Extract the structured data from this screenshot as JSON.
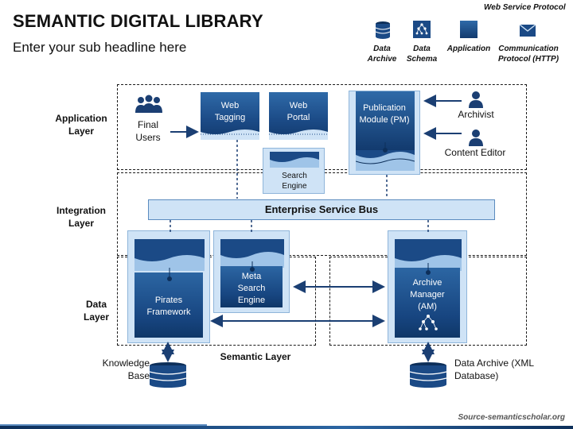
{
  "header": {
    "title": "SEMANTIC DIGITAL LIBRARY",
    "subtitle": "Enter your sub headline here"
  },
  "legend": {
    "heading": "Web Service Protocol",
    "items": [
      {
        "label": "Data Archive",
        "icon": "database-icon"
      },
      {
        "label": "Data Schema",
        "icon": "schema-icon"
      },
      {
        "label": "Application",
        "icon": "application-icon"
      },
      {
        "label": "Communication Protocol (HTTP)",
        "icon": "envelope-icon"
      }
    ]
  },
  "layers": {
    "application": "Application Layer",
    "integration": "Integration Layer",
    "data": "Data Layer",
    "semantic": "Semantic Layer"
  },
  "actors": {
    "final_users": "Final Users",
    "archivist": "Archivist",
    "content_editor": "Content Editor"
  },
  "components": {
    "web_tagging": "Web Tagging",
    "web_portal": "Web Portal",
    "publication_module": "Publication Module (PM)",
    "search_engine": "Search Engine",
    "esb": "Enterprise Service Bus",
    "pirates_framework": "Pirates Framework",
    "meta_search_engine": "Meta Search Engine",
    "archive_manager": "Archive Manager (AM)"
  },
  "stores": {
    "knowledge_base": "Knowledge Base",
    "data_archive": "Data Archive (XML Database)"
  },
  "footer": {
    "source": "Source-semanticscholar.org"
  },
  "colors": {
    "primary": "#1b4a86",
    "light": "#cfe3f6",
    "dark": "#0d2f5a"
  }
}
